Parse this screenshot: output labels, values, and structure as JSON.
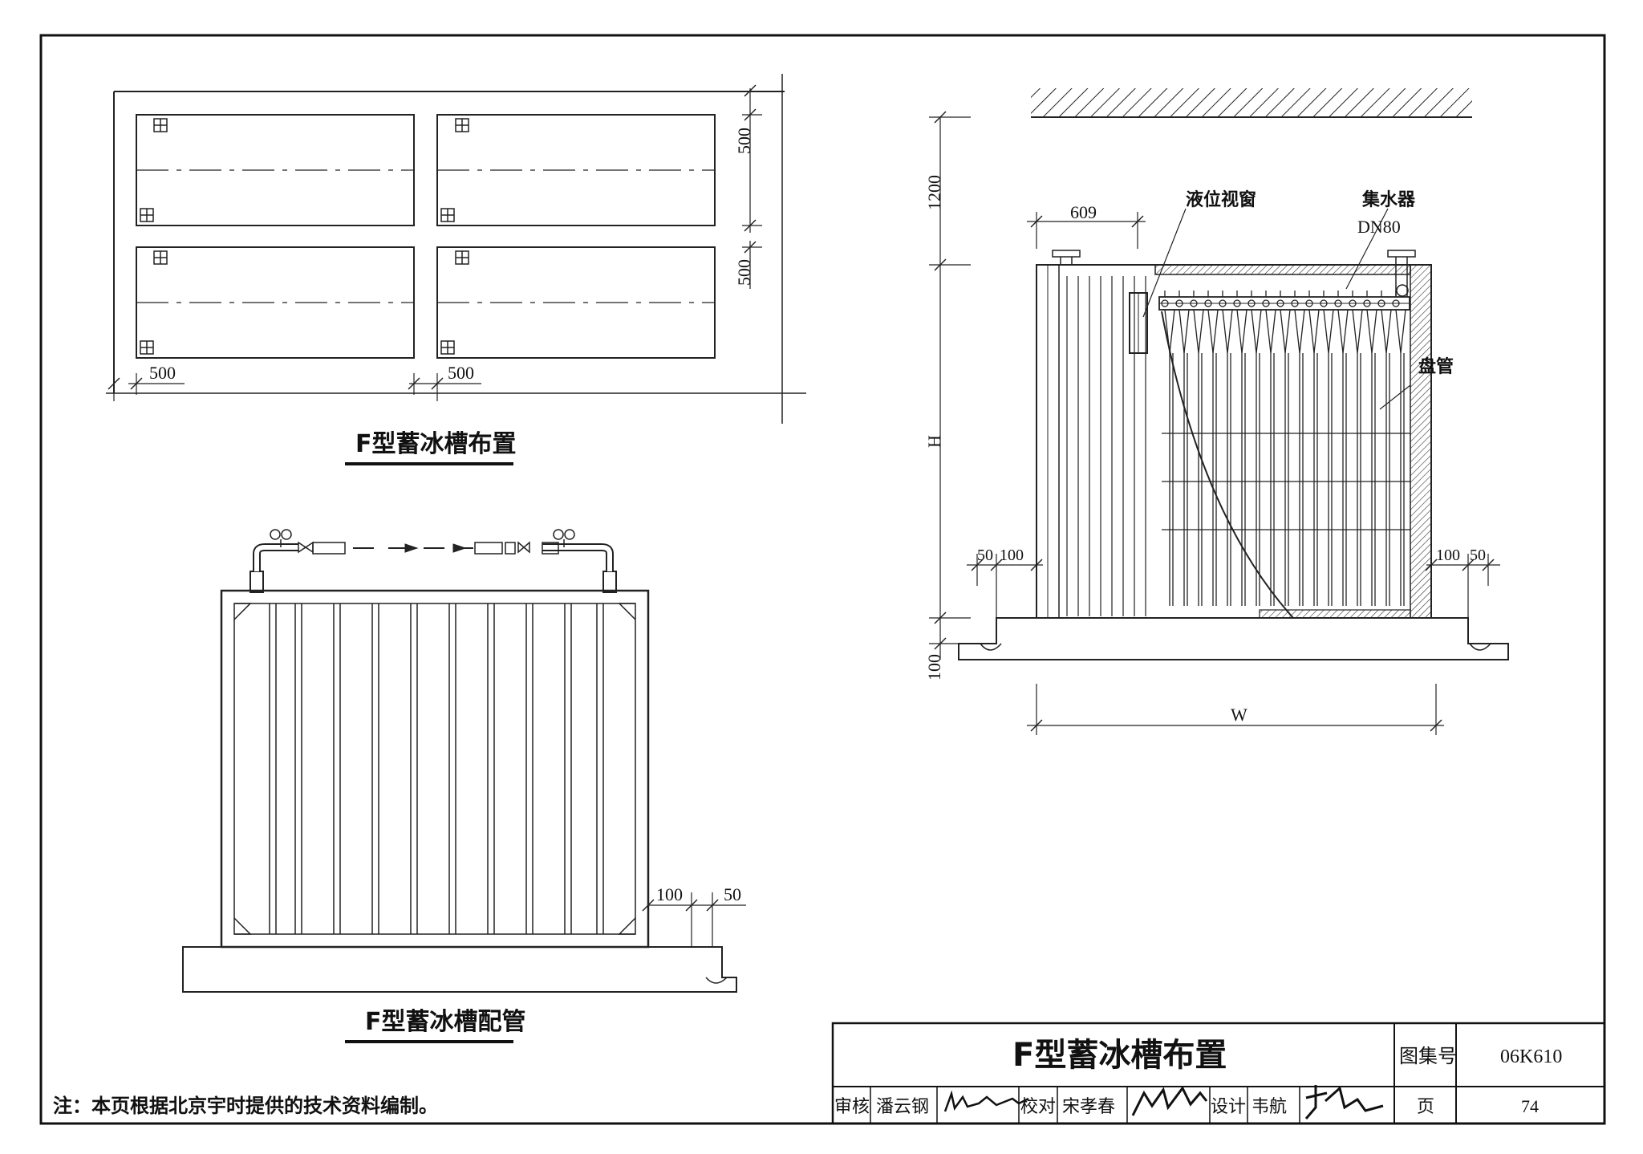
{
  "layout_plan": {
    "title": "F型蓄冰槽布置",
    "dim_500_right_top": "500",
    "dim_500_right_bottom": "500",
    "dim_500_bottom_left": "500",
    "dim_500_bottom_mid": "500"
  },
  "piping": {
    "title": "F型蓄冰槽配管",
    "dim_100": "100",
    "dim_50": "50"
  },
  "section": {
    "dim_1200": "1200",
    "dim_609": "609",
    "dim_H": "H",
    "dim_100_base": "100",
    "dim_W": "W",
    "dim_50_left": "50",
    "dim_100_left": "100",
    "dim_100_right": "100",
    "dim_50_right": "50",
    "label_sight_glass": "液位视窗",
    "label_collector": "集水器",
    "label_dn80": "DN80",
    "label_coil": "盘管"
  },
  "note": "注：本页根据北京宇时提供的技术资料编制。",
  "title_block": {
    "drawing_title": "F型蓄冰槽布置",
    "atlas_label": "图集号",
    "atlas_no": "06K610",
    "review_label": "审核",
    "reviewer": "潘云钢",
    "check_label": "校对",
    "checker": "宋孝春",
    "design_label": "设计",
    "designer": "韦航",
    "page_label": "页",
    "page_no": "74"
  }
}
